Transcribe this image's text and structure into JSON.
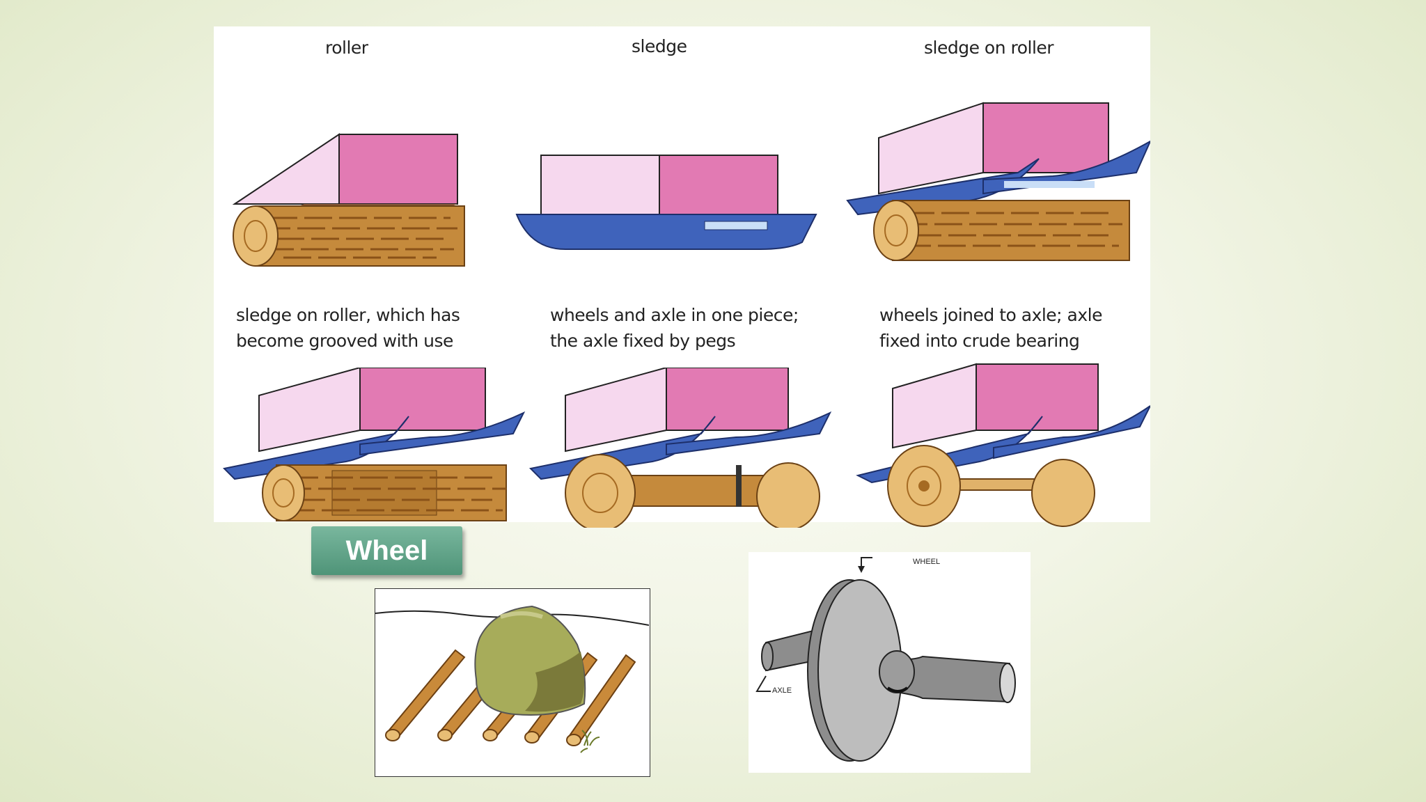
{
  "captions": {
    "roller": "roller",
    "sledge": "sledge",
    "sledge_on_roller": "sledge on roller",
    "grooved": [
      "sledge on roller, which has",
      "become grooved with use"
    ],
    "one_piece": [
      "wheels and axle in one piece;",
      "the axle fixed by pegs"
    ],
    "joined": [
      "wheels joined to axle; axle",
      "fixed into crude bearing"
    ]
  },
  "wheel_button": "Wheel",
  "diagram_labels": {
    "wheel": "WHEEL",
    "axle": "AXLE"
  },
  "colors": {
    "box_front": "#e27ab3",
    "box_side": "#f6d8ee",
    "sledge_blue": "#3f63bb",
    "wood": "#c58a3c",
    "boulder": "#a7ac5a",
    "wheel_grey": "#bdbdbd",
    "label_green": "#5fa386"
  }
}
